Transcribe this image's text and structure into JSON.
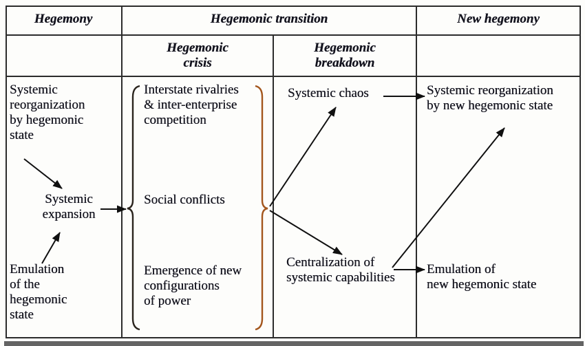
{
  "figure": {
    "columns": {
      "hegemony": "Hegemony",
      "hegemonic_transition": "Hegemonic transition",
      "new_hegemony": "New hegemony",
      "hegemonic_crisis": "Hegemonic\ncrisis",
      "hegemonic_breakdown": "Hegemonic\nbreakdown"
    },
    "nodes": {
      "systemic_reorganization_hegemonic": "Systemic\nreorganization\nby hegemonic\nstate",
      "systemic_expansion": "Systemic\nexpansion",
      "emulation_hegemonic": "Emulation\nof the\nhegemonic\nstate",
      "interstate_rivalries": "Interstate rivalries\n& inter-enterprise\ncompetition",
      "social_conflicts": "Social conflicts",
      "emergence_new_configurations": "Emergence of new\nconfigurations\nof power",
      "systemic_chaos": "Systemic chaos",
      "centralization": "Centralization of\nsystemic capabilities",
      "systemic_reorganization_new": "Systemic reorganization\nby new hegemonic state",
      "emulation_new": "Emulation of\nnew hegemonic state"
    },
    "edges": [
      {
        "from": "systemic_reorganization_hegemonic",
        "to": "systemic_expansion"
      },
      {
        "from": "emulation_hegemonic",
        "to": "systemic_expansion"
      },
      {
        "from": "systemic_expansion",
        "to": "hegemonic_crisis_group"
      },
      {
        "from": "hegemonic_crisis_group",
        "to": "systemic_chaos"
      },
      {
        "from": "hegemonic_crisis_group",
        "to": "centralization"
      },
      {
        "from": "systemic_chaos",
        "to": "systemic_reorganization_new"
      },
      {
        "from": "centralization",
        "to": "emulation_new"
      },
      {
        "from": "centralization",
        "to": "systemic_reorganization_new"
      }
    ],
    "colors": {
      "text": "#14141f",
      "border": "#2b2b2b",
      "arrow": "#101010",
      "brace_left": "#2a241d",
      "brace_right": "#a3561d",
      "shadow": "#646464",
      "background": "#fdfdfb"
    }
  }
}
